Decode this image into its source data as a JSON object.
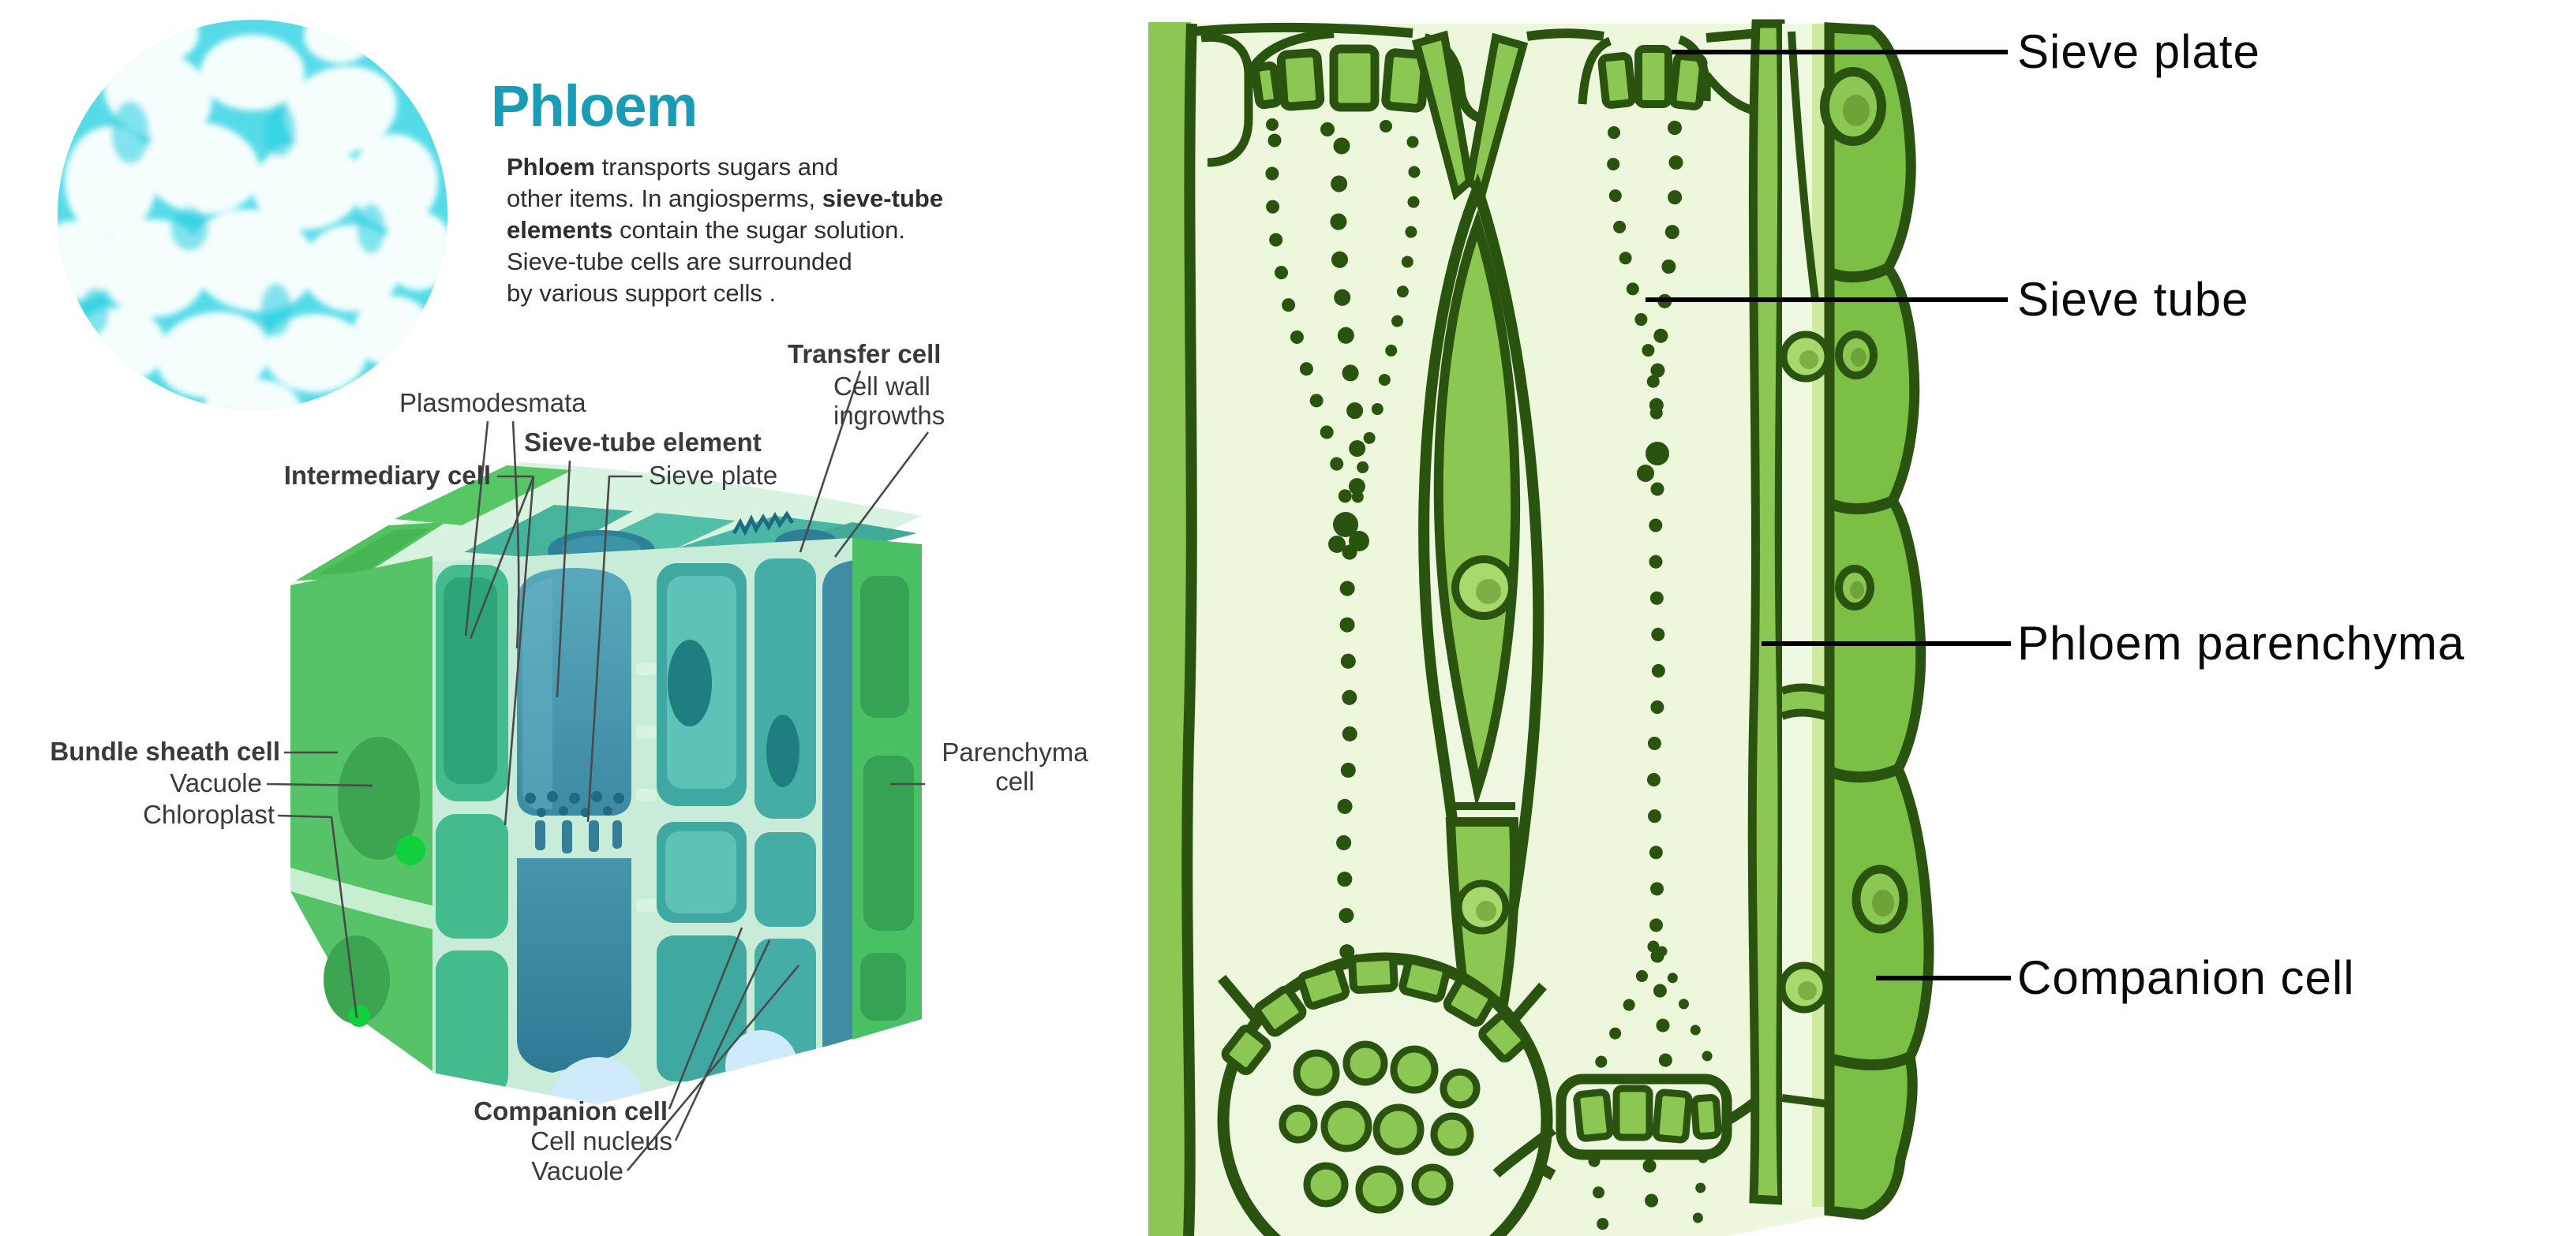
{
  "left_panel": {
    "title": "Phloem",
    "intro": {
      "line1_bold": "Phloem",
      "line1_rest": " transports sugars and",
      "line2_pre": "other items. In angiosperms, ",
      "line2_bold": "sieve-tube",
      "line3_bold": "elements",
      "line3_rest": " contain the sugar solution.",
      "line4": "Sieve-tube cells are surrounded",
      "line5": "by various support cells ."
    },
    "labels": {
      "plasmodesmata": "Plasmodesmata",
      "sieve_tube_element": "Sieve-tube element",
      "intermediary_cell": "Intermediary cell",
      "sieve_plate": "Sieve plate",
      "transfer_cell": "Transfer cell",
      "cell_wall_ingrowths_line1": "Cell wall",
      "cell_wall_ingrowths_line2": "ingrowths",
      "bundle_sheath_cell": "Bundle sheath cell",
      "vacuole_left": "Vacuole",
      "chloroplast": "Chloroplast",
      "parenchyma_cell_line1": "Parenchyma",
      "parenchyma_cell_line2": "cell",
      "companion_cell": "Companion cell",
      "cell_nucleus": "Cell nucleus",
      "vacuole_bottom": "Vacuole"
    }
  },
  "right_panel": {
    "labels": {
      "sieve_plate": "Sieve plate",
      "sieve_tube": "Sieve tube",
      "phloem_parenchyma": "Phloem parenchyma",
      "companion_cell": "Companion cell"
    }
  },
  "colors": {
    "title_teal": "#1b9cb6",
    "label_text": "#3a3a3a",
    "right_label_text": "#0a0a0a",
    "outline_dark_green": "#2b5310",
    "leaf_green": "#8cc653",
    "pale_cell_green": "#ecf7dc",
    "companion_green": "#7cbf45",
    "cube_left_green": "#56c368",
    "cube_mint": "#d8f4e0",
    "cube_teal": "#3fa8a1",
    "sieve_tube_teal": "#3d8aa3",
    "vacuole_blue": "#cfeafa",
    "micrograph_cyan": "#55dbe8"
  }
}
